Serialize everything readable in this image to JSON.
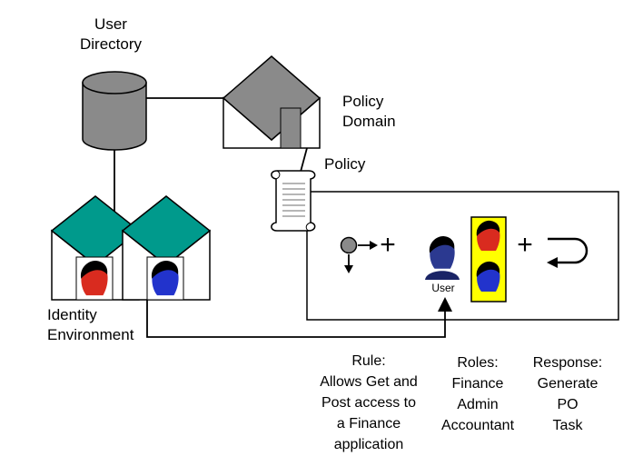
{
  "nodes": {
    "user_directory": {
      "line1": "User",
      "line2": "Directory"
    },
    "policy_domain": {
      "line1": "Policy",
      "line2": "Domain"
    },
    "policy": {
      "label": "Policy"
    },
    "identity_environment": {
      "line1": "Identity",
      "line2": "Environment"
    },
    "user": {
      "label": "User"
    }
  },
  "operators": {
    "plus_1": "+",
    "plus_2": "+"
  },
  "annotations": {
    "rule": {
      "title": "Rule:",
      "lines": [
        "Allows Get and",
        "Post access to",
        "a Finance",
        "application"
      ]
    },
    "roles": {
      "title": "Roles:",
      "lines": [
        "Finance",
        "Admin",
        "Accountant"
      ]
    },
    "response": {
      "title": "Response:",
      "lines": [
        "Generate",
        "PO",
        "Task"
      ]
    }
  },
  "colors": {
    "gray": "#8A8A8A",
    "roof_teal": "#009A8C",
    "roles_yellow": "#FFFF00",
    "face_red": "#D92B1F",
    "face_blue": "#2233CC",
    "user_face_navy": "#2B3990",
    "user_shoulders": "#1A2466",
    "white": "#FFFFFF"
  }
}
